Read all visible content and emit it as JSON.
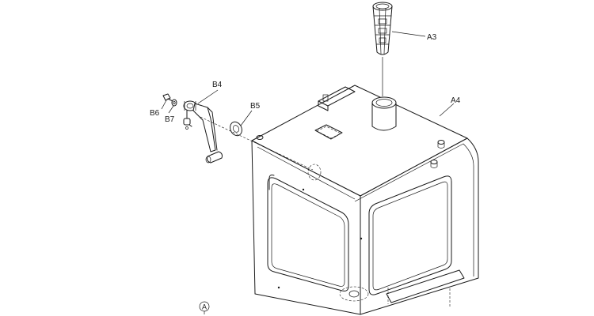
{
  "labels": {
    "a3": "A3",
    "a4": "A4",
    "b4": "B4",
    "b5": "B5",
    "b6": "B6",
    "b7": "B7",
    "view_marker": "A"
  },
  "colors": {
    "line": "#1a1a1a",
    "background": "#ffffff"
  }
}
